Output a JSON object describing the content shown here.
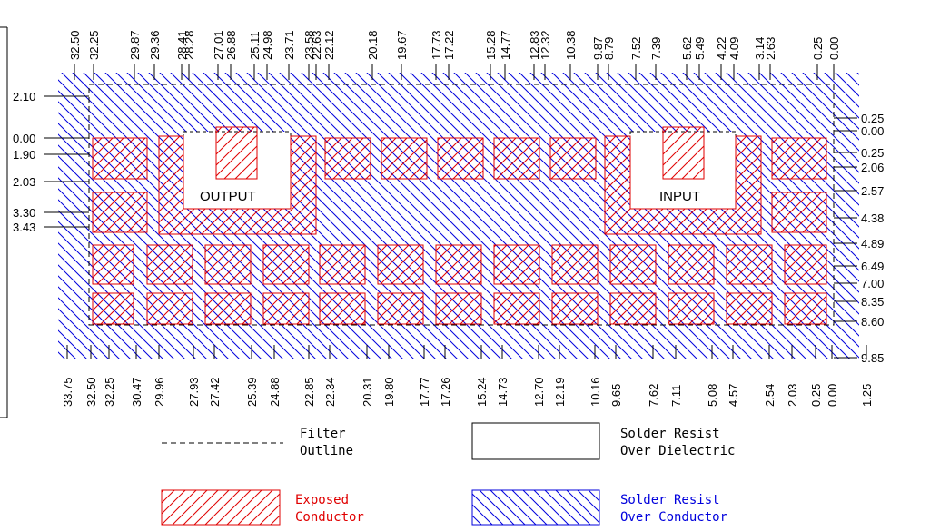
{
  "ports": {
    "output": "OUTPUT",
    "input": "INPUT"
  },
  "top_dims": [
    "32.50",
    "32.25",
    "29.87",
    "29.36",
    "28.41",
    "28.28",
    "27.01",
    "26.88",
    "25.11",
    "24.98",
    "23.71",
    "23.58",
    "22.63",
    "22.12",
    "20.18",
    "19.67",
    "17.73",
    "17.22",
    "15.28",
    "14.77",
    "12.83",
    "12.32",
    "10.38",
    "9.87",
    "8.79",
    "7.52",
    "7.39",
    "5.62",
    "5.49",
    "4.22",
    "4.09",
    "3.14",
    "2.63",
    "0.25",
    "0.00"
  ],
  "bottom_dims": [
    "33.75",
    "32.50",
    "32.25",
    "30.47",
    "29.96",
    "27.93",
    "27.42",
    "25.39",
    "24.88",
    "22.85",
    "22.34",
    "20.31",
    "19.80",
    "17.77",
    "17.26",
    "15.24",
    "14.73",
    "12.70",
    "12.19",
    "10.16",
    "9.65",
    "7.62",
    "7.11",
    "5.08",
    "4.57",
    "2.54",
    "2.03",
    "0.25",
    "0.00",
    "1.25"
  ],
  "left_dims": [
    "2.10",
    "0.00",
    "1.90",
    "2.03",
    "3.30",
    "3.43"
  ],
  "right_dims": [
    "0.25",
    "0.00",
    "0.25",
    "2.06",
    "2.57",
    "4.38",
    "4.89",
    "6.49",
    "7.00",
    "8.35",
    "8.60",
    "9.85"
  ],
  "legend": {
    "filter_outline": [
      "Filter",
      "Outline"
    ],
    "solder_resist_dielectric": [
      "Solder Resist",
      "Over Dielectric"
    ],
    "exposed_conductor": [
      "Exposed",
      "Conductor"
    ],
    "solder_resist_conductor": [
      "Solder Resist",
      "Over Conductor"
    ]
  },
  "colors": {
    "conductor": "#e00000",
    "resist": "#0000dd",
    "ink": "#000000"
  }
}
